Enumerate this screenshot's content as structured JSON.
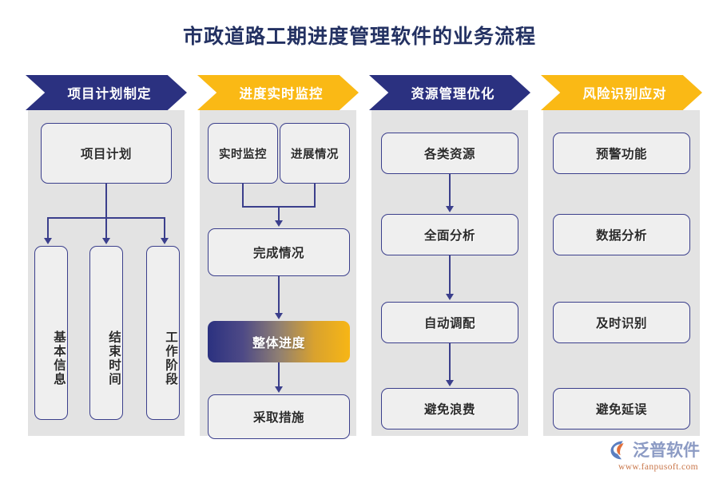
{
  "title": "市政道路工期进度管理软件的业务流程",
  "colors": {
    "navy": "#2B3180",
    "amber": "#FAB915",
    "panel_bg": "#E3E3E3",
    "node_bg": "#EFEFEF",
    "node_border": "#3B3F8C",
    "title_color": "#233162",
    "page_bg": "#FFFFFF"
  },
  "columns": [
    {
      "header": "项目计划制定",
      "header_style": "navy",
      "nodes": [
        {
          "label": "项目计划",
          "kind": "box"
        },
        {
          "label": "基本信息",
          "kind": "vertical-box"
        },
        {
          "label": "结束时间",
          "kind": "vertical-box"
        },
        {
          "label": "工作阶段",
          "kind": "vertical-box"
        }
      ]
    },
    {
      "header": "进度实时监控",
      "header_style": "amber",
      "nodes": [
        {
          "label": "实时监控",
          "kind": "box"
        },
        {
          "label": "进展情况",
          "kind": "box"
        },
        {
          "label": "完成情况",
          "kind": "box"
        },
        {
          "label": "整体进度",
          "kind": "gradient-box"
        },
        {
          "label": "采取措施",
          "kind": "box"
        }
      ]
    },
    {
      "header": "资源管理优化",
      "header_style": "navy",
      "nodes": [
        {
          "label": "各类资源",
          "kind": "box"
        },
        {
          "label": "全面分析",
          "kind": "box"
        },
        {
          "label": "自动调配",
          "kind": "box"
        },
        {
          "label": "避免浪费",
          "kind": "box"
        }
      ]
    },
    {
      "header": "风险识别应对",
      "header_style": "amber",
      "nodes": [
        {
          "label": "预警功能",
          "kind": "box"
        },
        {
          "label": "数据分析",
          "kind": "box"
        },
        {
          "label": "及时识别",
          "kind": "box"
        },
        {
          "label": "避免延误",
          "kind": "box"
        }
      ]
    }
  ],
  "logo": {
    "name": "泛普软件",
    "url": "www.fanpusoft.com"
  }
}
